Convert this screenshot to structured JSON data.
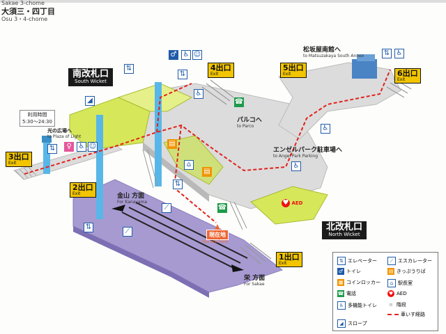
{
  "header": {
    "line1": "Sakae 3-chome",
    "title": "大須三・四丁目",
    "subtitle": "Osu 3・4-chome"
  },
  "wickets": {
    "south": {
      "jp": "南改札口",
      "en": "South Wicket"
    },
    "north": {
      "jp": "北改札口",
      "en": "North Wicket"
    }
  },
  "exits": [
    {
      "num": "1",
      "label": "出口",
      "en": "Exit"
    },
    {
      "num": "2",
      "label": "出口",
      "en": "Exit"
    },
    {
      "num": "3",
      "label": "出口",
      "en": "Exit"
    },
    {
      "num": "4",
      "label": "出口",
      "en": "Exit"
    },
    {
      "num": "5",
      "label": "出口",
      "en": "Exit"
    },
    {
      "num": "6",
      "label": "出口",
      "en": "Exit"
    }
  ],
  "destinations": {
    "matsuzakaya": {
      "jp": "松坂屋南館へ",
      "en": "to Matsuzakaya South Annex"
    },
    "parco": {
      "jp": "パルコへ",
      "en": "to Parco"
    },
    "angel_park": {
      "jp": "エンゼルパーク駐車場へ",
      "en": "to Angel Park Parking"
    },
    "plaza": {
      "jp": "光の広場へ",
      "en": "to Plaza of Light"
    },
    "kanayama": {
      "jp": "金山 方面",
      "en": "For Kanayama"
    },
    "sakae": {
      "jp": "栄 方面",
      "en": "For Sakae"
    }
  },
  "hours": {
    "label": "利用時間",
    "value": "5:30〜24:30"
  },
  "you_are_here": {
    "jp": "現在地",
    "en": "You are here"
  },
  "aed": "AED",
  "legend": {
    "elevator": "エレベーター",
    "escalator": "エスカレーター",
    "toilet": "トイレ",
    "ticket": "きっぷうりば",
    "locker": "コインロッカー",
    "office": "駅長室",
    "phone": "電話",
    "aed": "AED",
    "multi_toilet": "多機能トイレ",
    "stairs": "階段",
    "wheelchair_route": "車いす経路",
    "slope": "スロープ"
  },
  "colors": {
    "platform": "#a79ad1",
    "concourse": "#dcdcdc",
    "paid_area": "#d6e85a",
    "pillar": "#58b7e8",
    "route": "#e3211b",
    "exit_badge": "#f2c500",
    "wicket_label": "#1a1a1a"
  }
}
